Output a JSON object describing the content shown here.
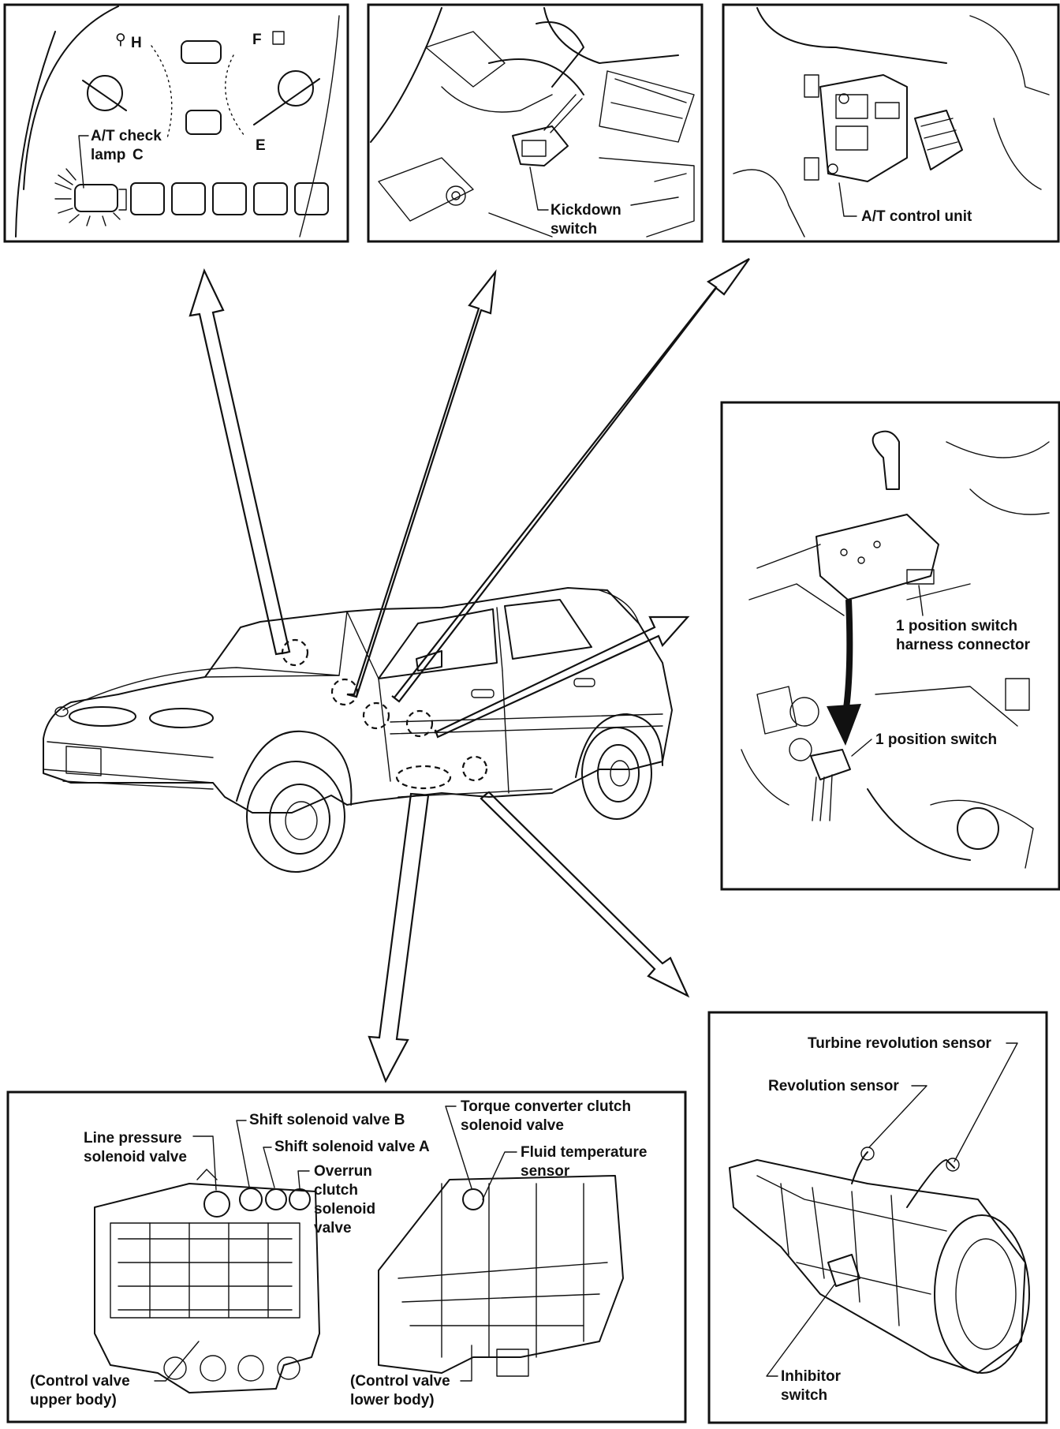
{
  "panels": {
    "meter": {
      "gauge_h": "H",
      "gauge_c": "C",
      "gauge_f": "F",
      "gauge_e": "E",
      "callout_line1": "A/T check",
      "callout_line2": "lamp"
    },
    "kickdown": {
      "callout_line1": "Kickdown",
      "callout_line2": "switch"
    },
    "control_unit": {
      "callout": "A/T control unit"
    },
    "position_switch": {
      "connector_line1": "1 position switch",
      "connector_line2": "harness connector",
      "switch_label": "1 position switch"
    },
    "control_valve": {
      "line_pressure_1": "Line pressure",
      "line_pressure_2": "solenoid valve",
      "shift_b": "Shift solenoid valve B",
      "shift_a": "Shift solenoid valve A",
      "overrun_1": "Overrun",
      "overrun_2": "clutch",
      "overrun_3": "solenoid",
      "overrun_4": "valve",
      "torque_1": "Torque converter clutch",
      "torque_2": "solenoid valve",
      "fluid_1": "Fluid temperature",
      "fluid_2": "sensor",
      "upper_1": "(Control valve",
      "upper_2": "upper body)",
      "lower_1": "(Control valve",
      "lower_2": "lower body)"
    },
    "transaxle": {
      "turbine": "Turbine revolution sensor",
      "revolution": "Revolution sensor",
      "inhibitor_1": "Inhibitor",
      "inhibitor_2": "switch"
    }
  }
}
